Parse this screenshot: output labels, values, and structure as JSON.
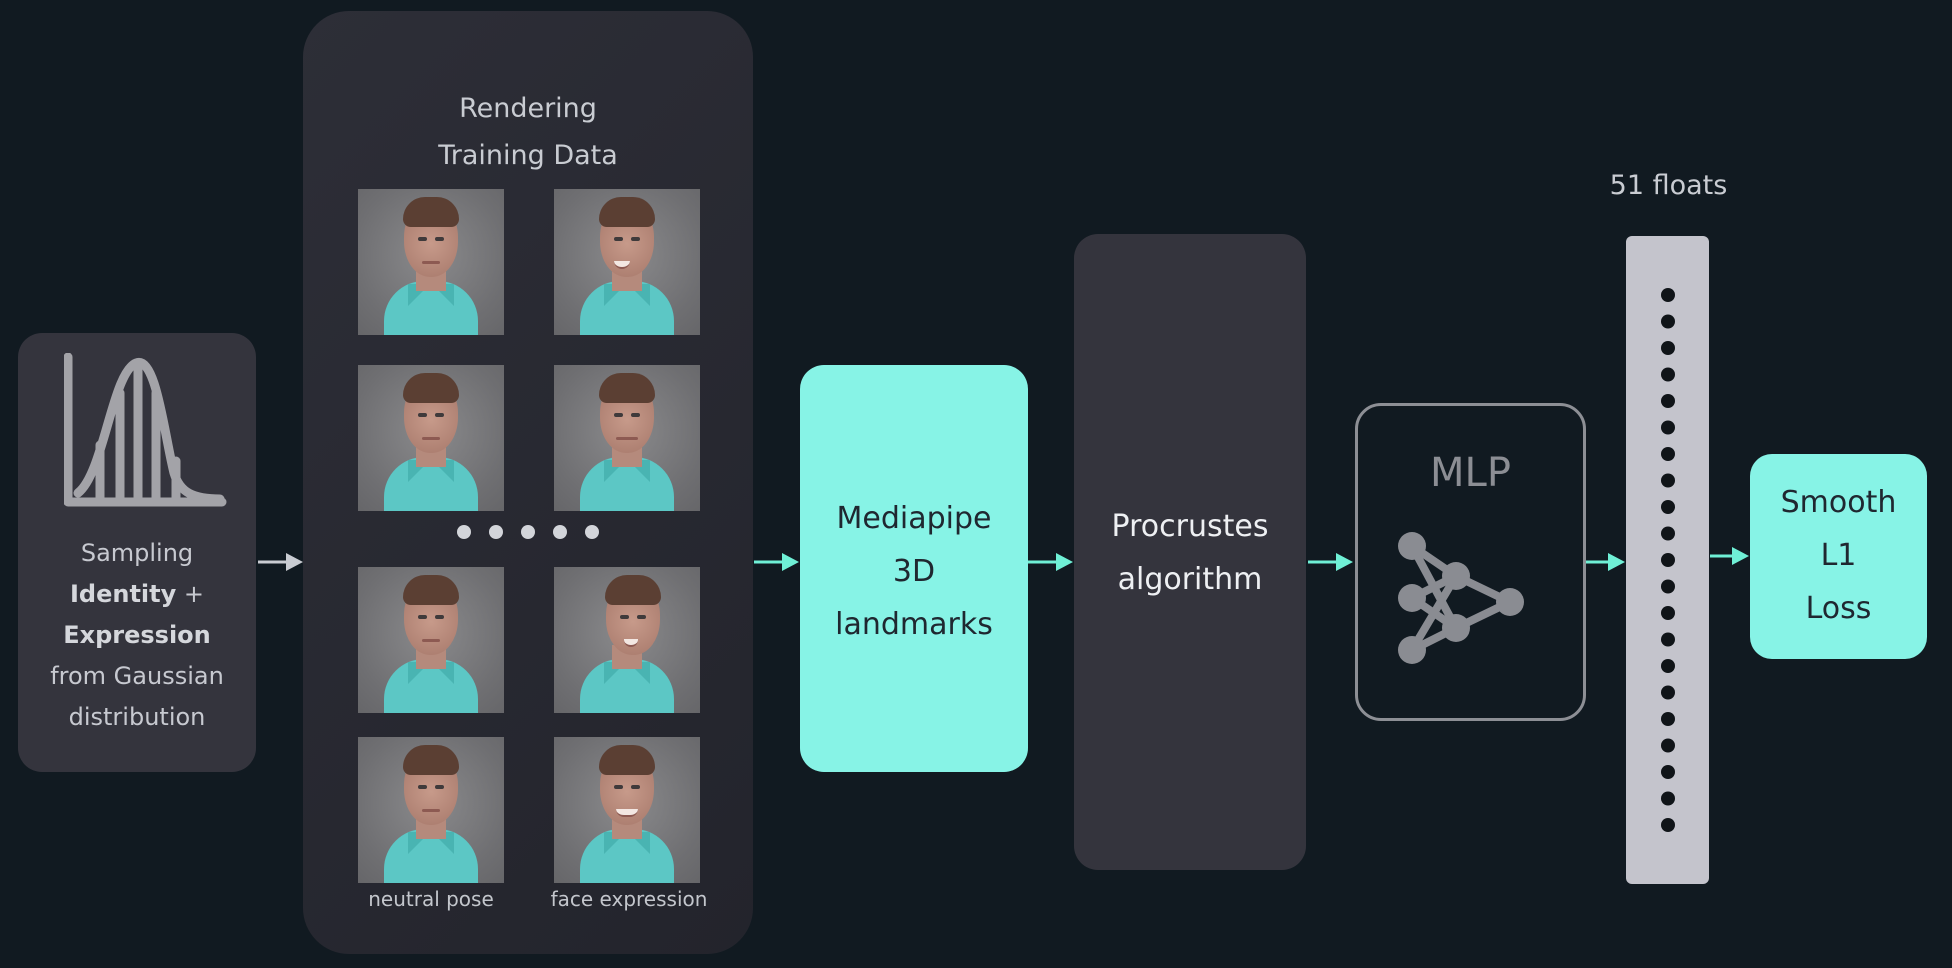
{
  "sampling": {
    "line1": "Sampling",
    "bold1": "Identity",
    "plus": " +",
    "bold2": "Expression",
    "line4": "from Gaussian",
    "line5": "distribution"
  },
  "rendering": {
    "title_line1": "Rendering",
    "title_line2": "Training Data",
    "caption_left": "neutral pose",
    "caption_right": "face expression"
  },
  "mediapipe": {
    "line1": "Mediapipe",
    "line2": "3D",
    "line3": "landmarks"
  },
  "procrustes": {
    "line1": "Procrustes",
    "line2": "algorithm"
  },
  "mlp": {
    "label": "MLP"
  },
  "output": {
    "label": "51 floats"
  },
  "loss": {
    "line1": "Smooth",
    "line2": "L1",
    "line3": "Loss"
  },
  "colors": {
    "background": "#111a21",
    "panel": "#34343d",
    "accent": "#87f3e6",
    "arrow_teal": "#6ff0d6",
    "arrow_grey": "#c9ccd2"
  },
  "icons": {
    "sampling": "gaussian-distribution-icon",
    "mlp": "neural-network-icon"
  }
}
